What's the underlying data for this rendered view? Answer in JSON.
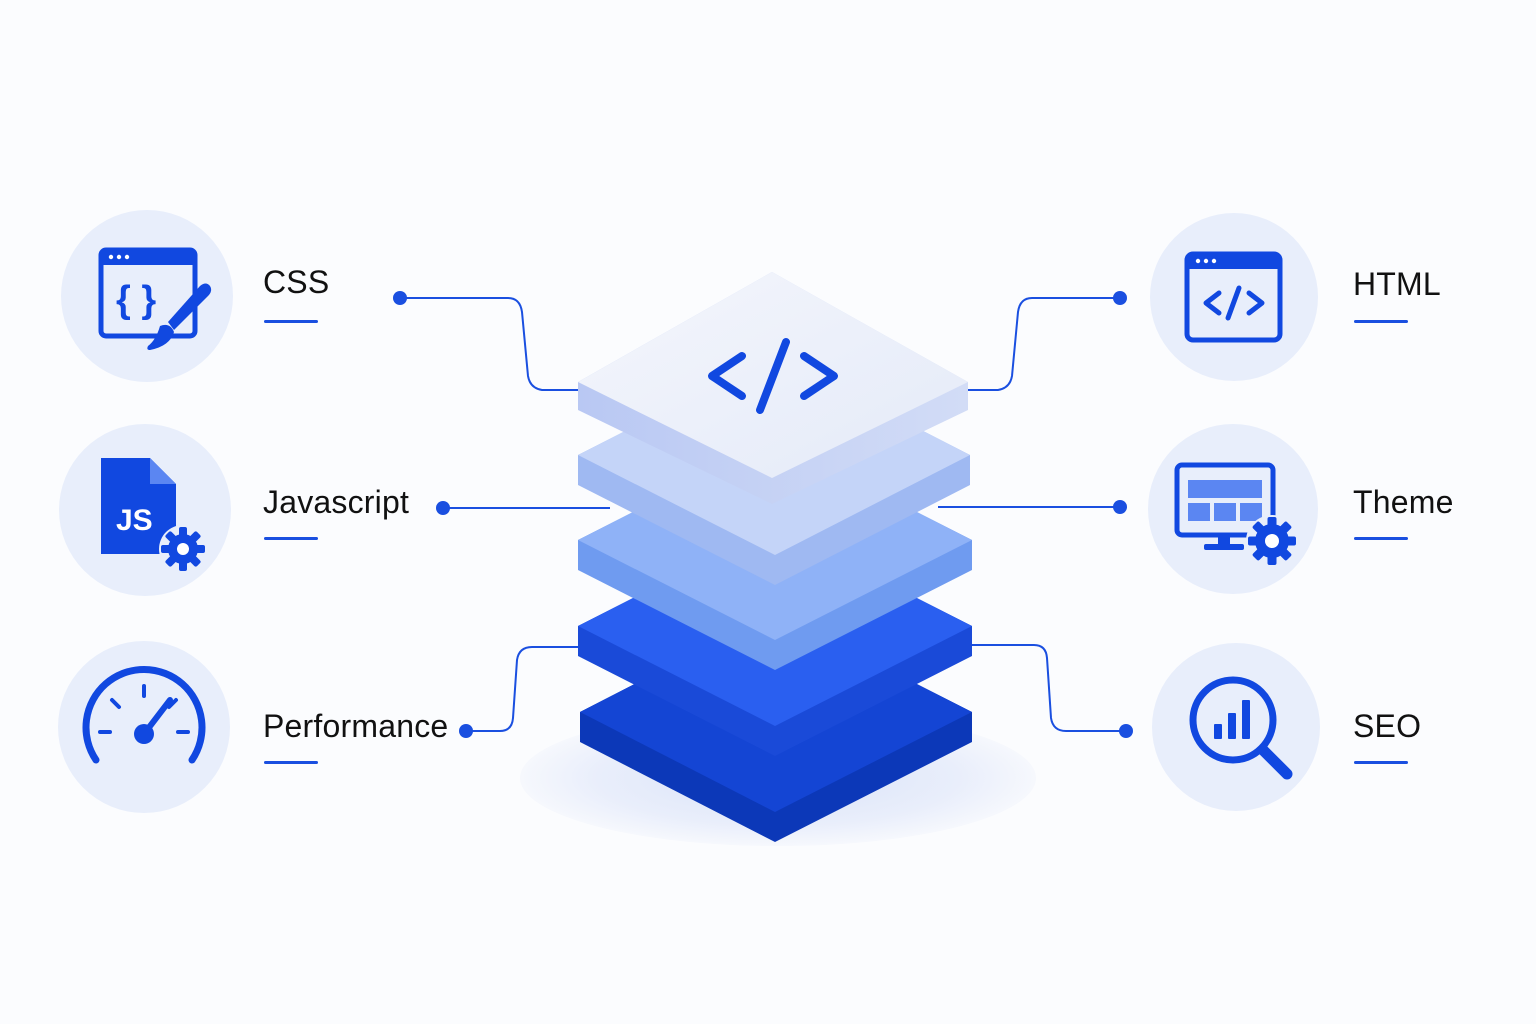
{
  "colors": {
    "accent": "#1148e0",
    "icon_circle": "#e8eefb",
    "line": "#1a4fe0",
    "top_layer": "#edf1fb",
    "layer_2": "#b3c8f7",
    "layer_3": "#7ea8f5",
    "layer_4": "#1f55ea",
    "layer_5": "#0f3fc9"
  },
  "center": {
    "icon": "code-brackets-icon",
    "layers": 5
  },
  "items": {
    "css": {
      "label": "CSS",
      "icon": "css-editor-brush-icon"
    },
    "javascript": {
      "label": "Javascript",
      "icon": "js-file-gear-icon"
    },
    "performance": {
      "label": "Performance",
      "icon": "speedometer-icon"
    },
    "html": {
      "label": "HTML",
      "icon": "browser-code-icon"
    },
    "theme": {
      "label": "Theme",
      "icon": "monitor-layout-gear-icon"
    },
    "seo": {
      "label": "SEO",
      "icon": "magnifier-chart-icon"
    }
  }
}
